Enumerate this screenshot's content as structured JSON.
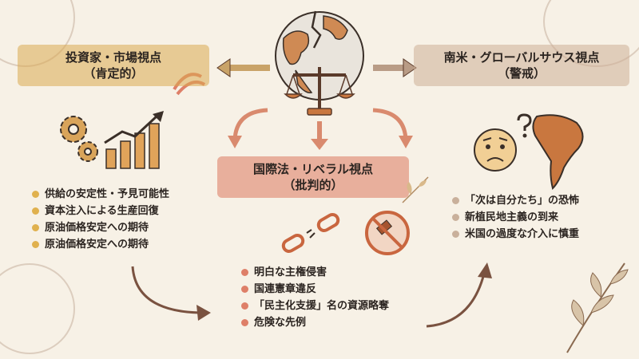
{
  "investor": {
    "title": "投資家・市場視点",
    "subtitle": "（肯定的）",
    "points": [
      "供給の安定性・予見可能性",
      "資本注入による生産回復",
      "原油価格安定への期待",
      "原油価格安定への期待"
    ],
    "accent": "#e0b14e"
  },
  "intl_law": {
    "title": "国際法・リベラル視点",
    "subtitle": "（批判的）",
    "points": [
      "明白な主権侵害",
      "国連憲章違反",
      "「民主化支援」名の資源略奪",
      "危険な先例"
    ],
    "accent": "#de7f68"
  },
  "global_south": {
    "title": "南米・グローバルサウス視点",
    "subtitle": "（警戒）",
    "points": [
      "「次は自分たち」の恐怖",
      "新植民地主義の到来",
      "米国の過度な介入に慎重"
    ],
    "accent": "#c9b09b"
  },
  "icons": [
    "cracked-globe-icon",
    "scales-icon",
    "gears-icon",
    "rising-bar-chart-icon",
    "broken-chain-icon",
    "no-gavel-icon",
    "worried-face-icon",
    "question-mark-icon",
    "south-america-map-icon",
    "leaf-icon"
  ]
}
